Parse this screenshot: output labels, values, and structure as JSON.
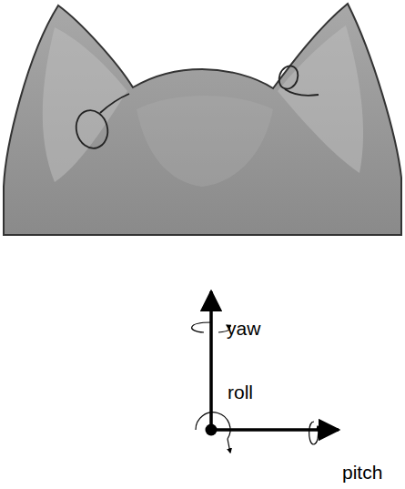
{
  "diagram": {
    "labels": [
      "yaw",
      "roll",
      "pitch"
    ]
  }
}
